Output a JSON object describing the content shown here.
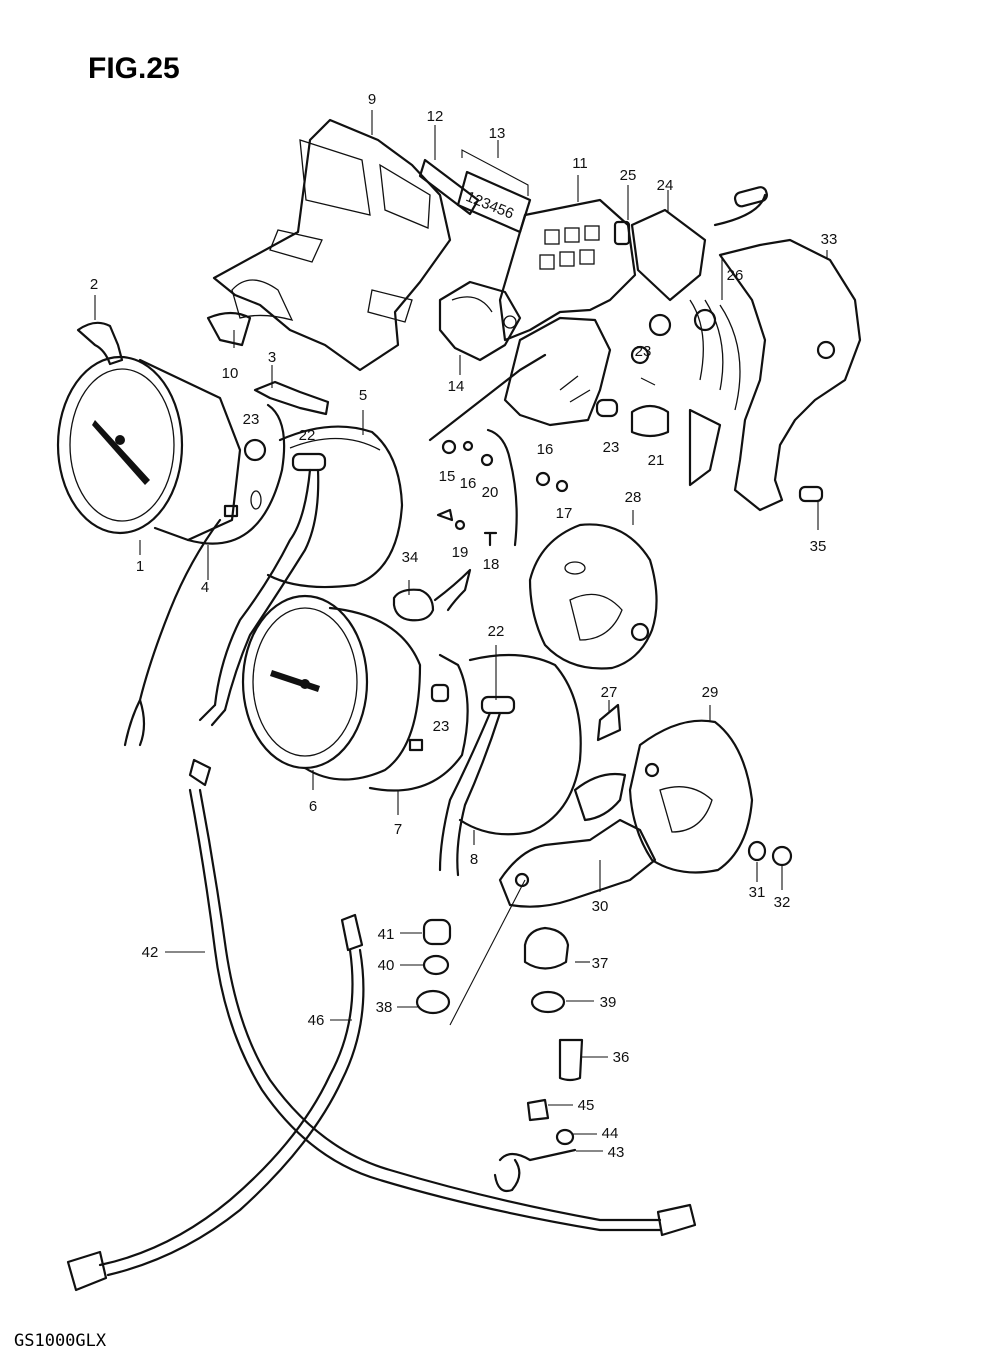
{
  "figure": {
    "title": "FIG.25",
    "model": "GS1000GLX"
  },
  "gauge_text": {
    "odometer": "123456"
  },
  "callouts": [
    {
      "id": "1",
      "label": "1"
    },
    {
      "id": "2",
      "label": "2"
    },
    {
      "id": "3",
      "label": "3"
    },
    {
      "id": "4",
      "label": "4"
    },
    {
      "id": "5",
      "label": "5"
    },
    {
      "id": "6",
      "label": "6"
    },
    {
      "id": "7",
      "label": "7"
    },
    {
      "id": "8",
      "label": "8"
    },
    {
      "id": "9",
      "label": "9"
    },
    {
      "id": "10",
      "label": "10"
    },
    {
      "id": "11",
      "label": "11"
    },
    {
      "id": "12",
      "label": "12"
    },
    {
      "id": "13",
      "label": "13"
    },
    {
      "id": "14",
      "label": "14"
    },
    {
      "id": "15",
      "label": "15"
    },
    {
      "id": "16a",
      "label": "16"
    },
    {
      "id": "16b",
      "label": "16"
    },
    {
      "id": "17",
      "label": "17"
    },
    {
      "id": "18",
      "label": "18"
    },
    {
      "id": "19",
      "label": "19"
    },
    {
      "id": "20",
      "label": "20"
    },
    {
      "id": "21",
      "label": "21"
    },
    {
      "id": "22a",
      "label": "22"
    },
    {
      "id": "22b",
      "label": "22"
    },
    {
      "id": "23a",
      "label": "23"
    },
    {
      "id": "23b",
      "label": "23"
    },
    {
      "id": "23c",
      "label": "23"
    },
    {
      "id": "23d",
      "label": "23"
    },
    {
      "id": "24",
      "label": "24"
    },
    {
      "id": "25",
      "label": "25"
    },
    {
      "id": "26",
      "label": "26"
    },
    {
      "id": "27",
      "label": "27"
    },
    {
      "id": "28",
      "label": "28"
    },
    {
      "id": "29",
      "label": "29"
    },
    {
      "id": "30",
      "label": "30"
    },
    {
      "id": "31",
      "label": "31"
    },
    {
      "id": "32",
      "label": "32"
    },
    {
      "id": "33",
      "label": "33"
    },
    {
      "id": "34",
      "label": "34"
    },
    {
      "id": "35",
      "label": "35"
    },
    {
      "id": "36",
      "label": "36"
    },
    {
      "id": "37",
      "label": "37"
    },
    {
      "id": "38",
      "label": "38"
    },
    {
      "id": "39",
      "label": "39"
    },
    {
      "id": "40",
      "label": "40"
    },
    {
      "id": "41",
      "label": "41"
    },
    {
      "id": "42",
      "label": "42"
    },
    {
      "id": "43",
      "label": "43"
    },
    {
      "id": "44",
      "label": "44"
    },
    {
      "id": "45",
      "label": "45"
    },
    {
      "id": "46",
      "label": "46"
    }
  ]
}
